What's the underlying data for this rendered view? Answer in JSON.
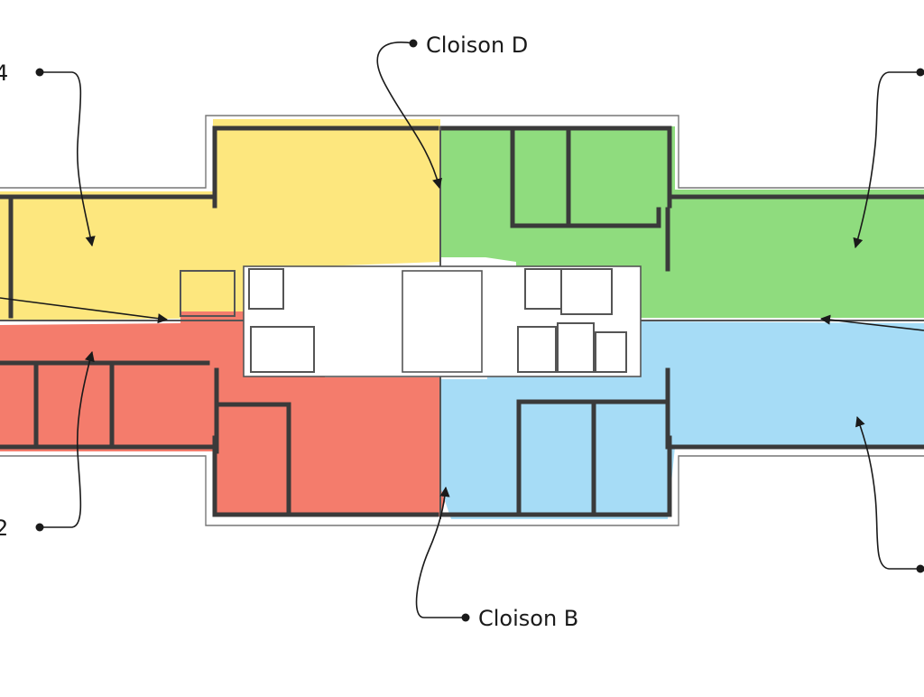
{
  "plan": {
    "labels": {
      "cloison_d": "Cloison D",
      "cloison_b": "Cloison B",
      "left_top_fragment": "4",
      "left_bottom_fragment": "2"
    },
    "zones": [
      {
        "name": "yellow-zone",
        "color": "#fde77e"
      },
      {
        "name": "green-zone",
        "color": "#8fdc7e"
      },
      {
        "name": "red-zone",
        "color": "#f47c6c"
      },
      {
        "name": "blue-zone",
        "color": "#a6dcf6"
      }
    ]
  }
}
